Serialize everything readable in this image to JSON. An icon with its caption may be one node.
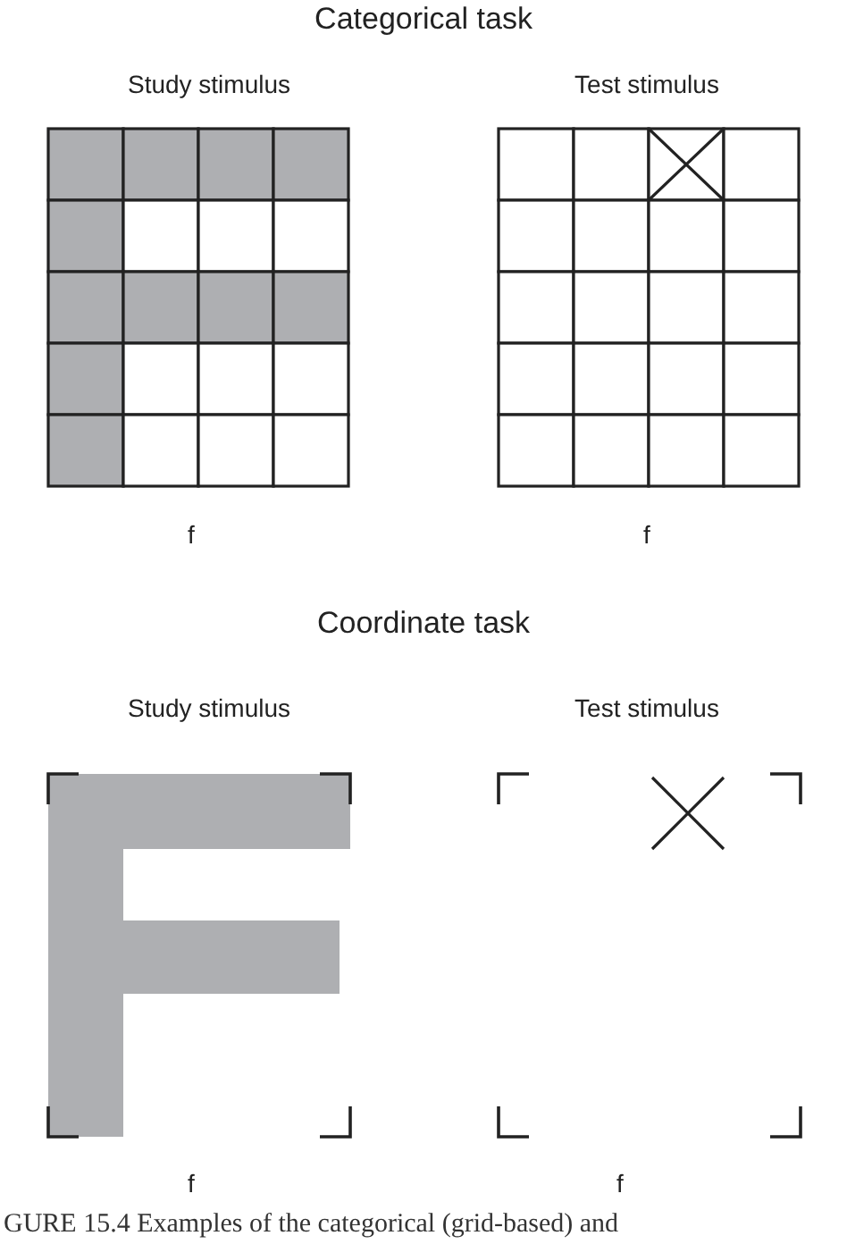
{
  "diagram": {
    "caption": "GURE 15.4 Examples of the categorical (grid-based) and",
    "labels": [
      "Categorical task",
      "Study stimulus",
      "Test stimulus",
      "f",
      "f",
      "Coordinate task",
      "Study stimulus",
      "Test stimulus",
      "f",
      "f"
    ]
  }
}
